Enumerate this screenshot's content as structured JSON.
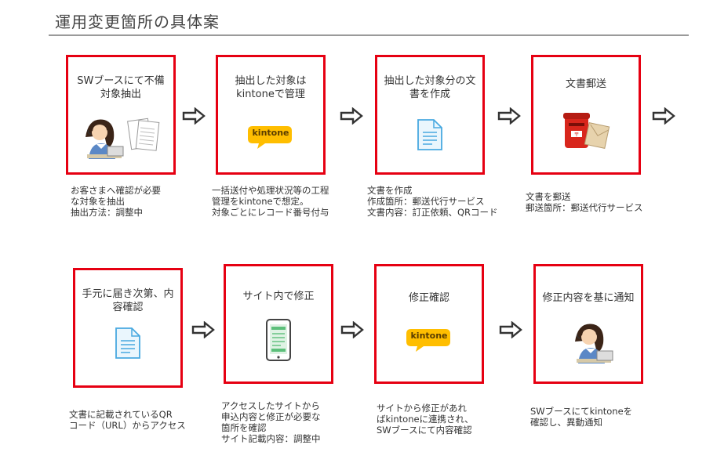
{
  "title": "運用変更箇所の具体案",
  "row1": [
    {
      "label": [
        "SWブースにて不備",
        "対象抽出"
      ],
      "icon": "operator-and-documents-icon",
      "desc": [
        "お客さまへ確認が必要",
        "な対象を抽出",
        "抽出方法：調整中"
      ]
    },
    {
      "label": [
        "抽出した対象は",
        "kintoneで管理"
      ],
      "icon": "kintone-logo",
      "logo_text": "kintone",
      "desc": [
        "一括送付や処理状況等の工程",
        "管理をkintoneで想定。",
        "対象ごとにレコード番号付与"
      ]
    },
    {
      "label": [
        "抽出した対象分の文",
        "書を作成"
      ],
      "icon": "document-icon",
      "desc": [
        "文書を作成",
        "作成箇所：郵送代行サービス",
        "文書内容：訂正依頼、QRコード"
      ]
    },
    {
      "label": [
        "文書郵送"
      ],
      "icon": "mailbox-and-envelope-icon",
      "desc": [
        "文書を郵送",
        "郵送箇所：郵送代行サービス"
      ]
    }
  ],
  "row2": [
    {
      "label": [
        "手元に届き次第、内",
        "容確認"
      ],
      "icon": "document-icon",
      "desc": [
        "文書に記載されているQR",
        "コード（URL）からアクセス"
      ]
    },
    {
      "label": [
        "サイト内で修正"
      ],
      "icon": "smartphone-icon",
      "desc": [
        "アクセスしたサイトから",
        "申込内容と修正が必要な",
        "箇所を確認",
        "サイト記載内容：調整中"
      ]
    },
    {
      "label": [
        "修正確認"
      ],
      "icon": "kintone-logo",
      "logo_text": "kintone",
      "desc": [
        "サイトから修正があれ",
        "ばkintoneに連携され、",
        "SWブースにて内容確認"
      ]
    },
    {
      "label": [
        "修正内容を基に通知"
      ],
      "icon": "operator-icon",
      "desc": [
        "SWブースにてkintoneを",
        "確認し、異動通知"
      ]
    }
  ]
}
